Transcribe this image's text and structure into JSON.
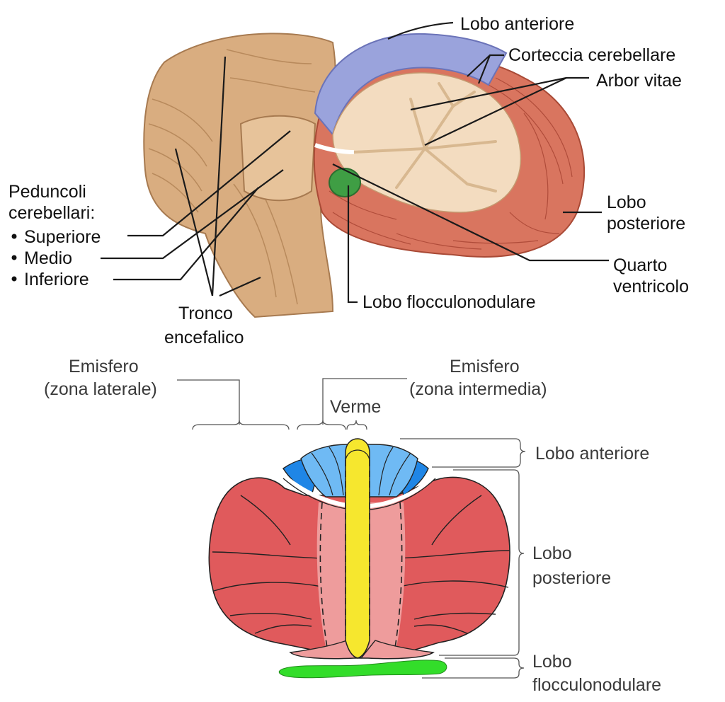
{
  "top": {
    "labels": {
      "lobo_anteriore": "Lobo anteriore",
      "corteccia_cerebellare": "Corteccia cerebellare",
      "arbor_vitae": "Arbor vitae",
      "lobo_posteriore_1": "Lobo",
      "lobo_posteriore_2": "posteriore",
      "quarto_ventricolo_1": "Quarto",
      "quarto_ventricolo_2": "ventricolo",
      "lobo_flocculonodulare": "Lobo flocculonodulare",
      "tronco_1": "Tronco",
      "tronco_2": "encefalico",
      "peduncoli_1": "Peduncoli",
      "peduncoli_2": "cerebellari:",
      "superiore": "Superiore",
      "medio": "Medio",
      "inferiore": "Inferiore"
    },
    "colors": {
      "anterior_lobe": "#9aa3dc",
      "posterior_lobe": "#d9755f",
      "white_matter": "#f3dcc0",
      "flocculus": "#3f9e44",
      "brainstem": "#d9ad80"
    }
  },
  "bottom": {
    "labels": {
      "emisfero_lat_1": "Emisfero",
      "emisfero_lat_2": "(zona laterale)",
      "emisfero_int_1": "Emisfero",
      "emisfero_int_2": "(zona intermedia)",
      "verme": "Verme",
      "lobo_anteriore": "Lobo anteriore",
      "lobo_posteriore_1": "Lobo",
      "lobo_posteriore_2": "posteriore",
      "lobo_floccu_1": "Lobo",
      "lobo_floccu_2": "flocculonodulare"
    },
    "colors": {
      "posterior_lateral": "#e05a5c",
      "intermediate_zone": "#ee9c9c",
      "vermis": "#f6e72e",
      "anterior_lateral": "#1f86e6",
      "anterior_intermediate": "#6fbaf4",
      "flocculonodular": "#33dd2a"
    }
  }
}
